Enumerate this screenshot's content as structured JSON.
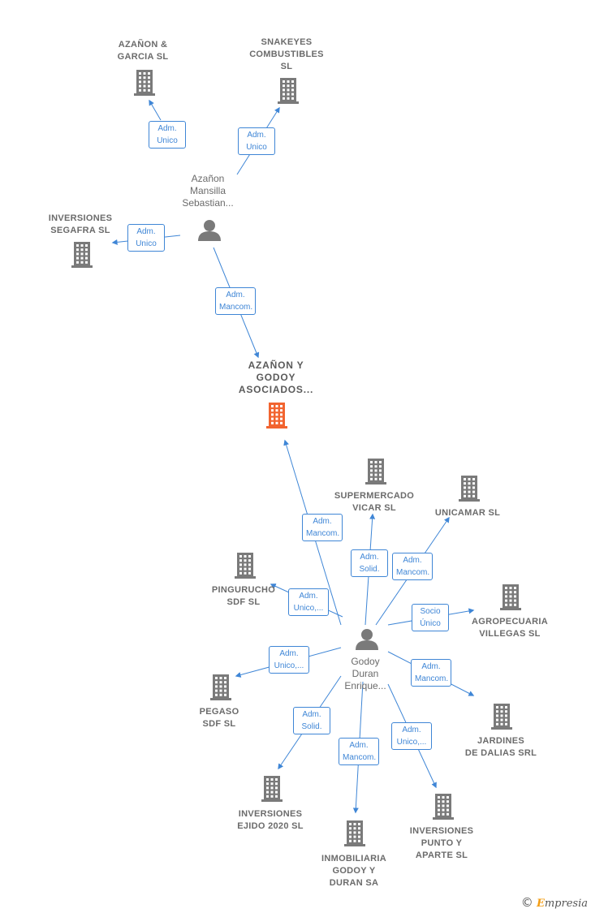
{
  "colors": {
    "edge": "#3f86d6",
    "icon": "#7a7a7a",
    "focus": "#f26430"
  },
  "nodes": [
    {
      "id": "azanon_garcia",
      "kind": "company",
      "label": "AZAÑON &\nGARCIA  SL"
    },
    {
      "id": "snakeyes",
      "kind": "company",
      "label": "SNAKEYES\nCOMBUSTIBLES\nSL"
    },
    {
      "id": "azanon_mansilla",
      "kind": "person",
      "label": "Azañon\nMansilla\nSebastian..."
    },
    {
      "id": "segafra",
      "kind": "company",
      "label": "INVERSIONES\nSEGAFRA  SL"
    },
    {
      "id": "azanon_godoy",
      "kind": "company",
      "focus": true,
      "label": "AZAÑON Y\nGODOY\nASOCIADOS..."
    },
    {
      "id": "supermercado",
      "kind": "company",
      "label": "SUPERMERCADO\nVICAR  SL"
    },
    {
      "id": "unicamar",
      "kind": "company",
      "label": "UNICAMAR  SL"
    },
    {
      "id": "pingurucho",
      "kind": "company",
      "label": "PINGURUCHO\nSDF  SL"
    },
    {
      "id": "agropecuaria",
      "kind": "company",
      "label": "AGROPECUARIA\nVILLEGAS  SL"
    },
    {
      "id": "godoy_duran",
      "kind": "person",
      "label": "Godoy\nDuran\nEnrique..."
    },
    {
      "id": "pegaso",
      "kind": "company",
      "label": "PEGASO\nSDF  SL"
    },
    {
      "id": "jardines",
      "kind": "company",
      "label": "JARDINES\nDE DALIAS SRL"
    },
    {
      "id": "ejido",
      "kind": "company",
      "label": "INVERSIONES\nEJIDO 2020  SL"
    },
    {
      "id": "inmobiliaria",
      "kind": "company",
      "label": "INMOBILIARIA\nGODOY Y\nDURAN SA"
    },
    {
      "id": "punto_aparte",
      "kind": "company",
      "label": "INVERSIONES\nPUNTO Y\nAPARTE  SL"
    }
  ],
  "edges": [
    {
      "from": "azanon_mansilla",
      "to": "azanon_garcia",
      "label": "Adm.\nUnico"
    },
    {
      "from": "azanon_mansilla",
      "to": "snakeyes",
      "label": "Adm.\nUnico"
    },
    {
      "from": "azanon_mansilla",
      "to": "segafra",
      "label": "Adm.\nUnico"
    },
    {
      "from": "azanon_mansilla",
      "to": "azanon_godoy",
      "label": "Adm.\nMancom."
    },
    {
      "from": "godoy_duran",
      "to": "azanon_godoy",
      "label": "Adm.\nMancom."
    },
    {
      "from": "godoy_duran",
      "to": "supermercado",
      "label": "Adm.\nSolid."
    },
    {
      "from": "godoy_duran",
      "to": "unicamar",
      "label": "Adm.\nMancom."
    },
    {
      "from": "godoy_duran",
      "to": "pingurucho",
      "label": "Adm.\nUnico,..."
    },
    {
      "from": "godoy_duran",
      "to": "agropecuaria",
      "label": "Socio\nÚnico"
    },
    {
      "from": "godoy_duran",
      "to": "pegaso",
      "label": "Adm.\nUnico,..."
    },
    {
      "from": "godoy_duran",
      "to": "jardines",
      "label": "Adm.\nMancom."
    },
    {
      "from": "godoy_duran",
      "to": "ejido",
      "label": "Adm.\nSolid."
    },
    {
      "from": "godoy_duran",
      "to": "inmobiliaria",
      "label": "Adm.\nMancom."
    },
    {
      "from": "godoy_duran",
      "to": "punto_aparte",
      "label": "Adm.\nUnico,..."
    }
  ],
  "brand": {
    "symbol": "©",
    "initial": "E",
    "rest": "mpresia"
  }
}
